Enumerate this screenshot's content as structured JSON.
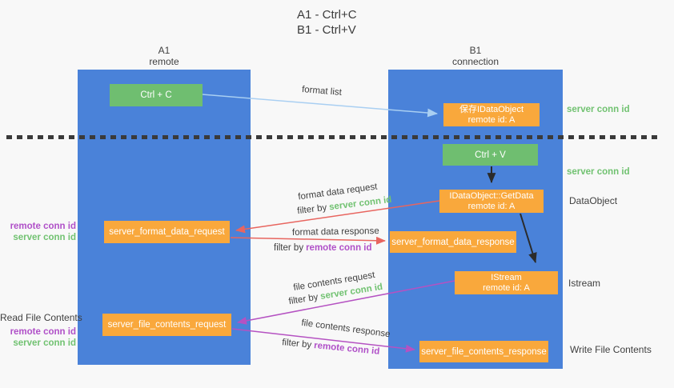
{
  "title": {
    "line1": "A1 - Ctrl+C",
    "line2": "B1 - Ctrl+V"
  },
  "lanes": {
    "a1": {
      "name": "A1",
      "subtitle": "remote"
    },
    "b1": {
      "name": "B1",
      "subtitle": "connection"
    }
  },
  "nodes": {
    "ctrl_c": {
      "label": "Ctrl + C"
    },
    "save_idataobject": {
      "line1": "保存IDataObject",
      "line2": "remote id: A"
    },
    "ctrl_v": {
      "label": "Ctrl + V"
    },
    "getdata": {
      "line1": "IDataObject::GetData",
      "line2": "remote id: A"
    },
    "format_request": {
      "label": "server_format_data_request"
    },
    "format_response": {
      "label": "server_format_data_response"
    },
    "istream": {
      "line1": "IStream",
      "line2": "remote id: A"
    },
    "file_request": {
      "label": "server_file_contents_request"
    },
    "file_response": {
      "label": "server_file_contents_response"
    }
  },
  "flow_labels": {
    "format_list": "format list",
    "format_data_request": "format data request",
    "format_data_response": "format data response",
    "file_contents_request": "file contents request",
    "file_contents_response": "file contents response",
    "filter_by": "filter by",
    "server_conn_id": "server conn id",
    "remote_conn_id": "remote conn id"
  },
  "side_labels": {
    "server_conn_id": "server conn id",
    "remote_conn_id": "remote conn id",
    "dataobject": "DataObject",
    "istream": "Istream",
    "read_file_contents": "Read File Contents",
    "write_file_contents": "Write File Contents"
  },
  "colors": {
    "lane_blue": "#4a82d9",
    "node_orange": "#f9a83c",
    "node_green": "#6fbe70",
    "arrow_red": "#e8655f",
    "arrow_magenta": "#b552c2",
    "arrow_lightblue": "#a9cff2",
    "arrow_black": "#2b2b2b",
    "text_green": "#71c271",
    "text_purple": "#b050c8",
    "text_dark": "#3f3f3f"
  }
}
